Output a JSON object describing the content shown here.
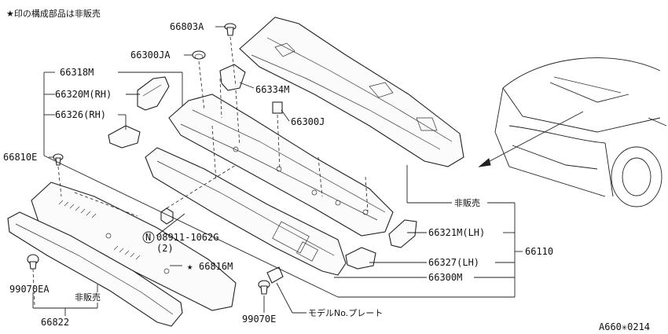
{
  "header_note": "★印の構成部品は非販売",
  "figure_id": "A660✳0214",
  "labels": {
    "p66803A": "66803A",
    "p66300JA": "66300JA",
    "p66318M": "66318M",
    "p66334M": "66334M",
    "p66320M": "66320M(RH)",
    "p66326": "66326(RH)",
    "p66300J": "66300J",
    "p66810E": "66810E",
    "p08911": "08911-1062G",
    "p08911_qty": "(2)",
    "p08911_symbol": "N",
    "p66816M": "66816M",
    "star": "★",
    "p99070EA": "99070EA",
    "p66822": "66822",
    "not_sold_left": "非販売",
    "p99070E": "99070E",
    "model_plate": "モデルNo.プレート",
    "not_sold_right": "非販売",
    "p66321M": "66321M(LH)",
    "p66327": "66327(LH)",
    "p66300M": "66300M",
    "p66110": "66110"
  }
}
